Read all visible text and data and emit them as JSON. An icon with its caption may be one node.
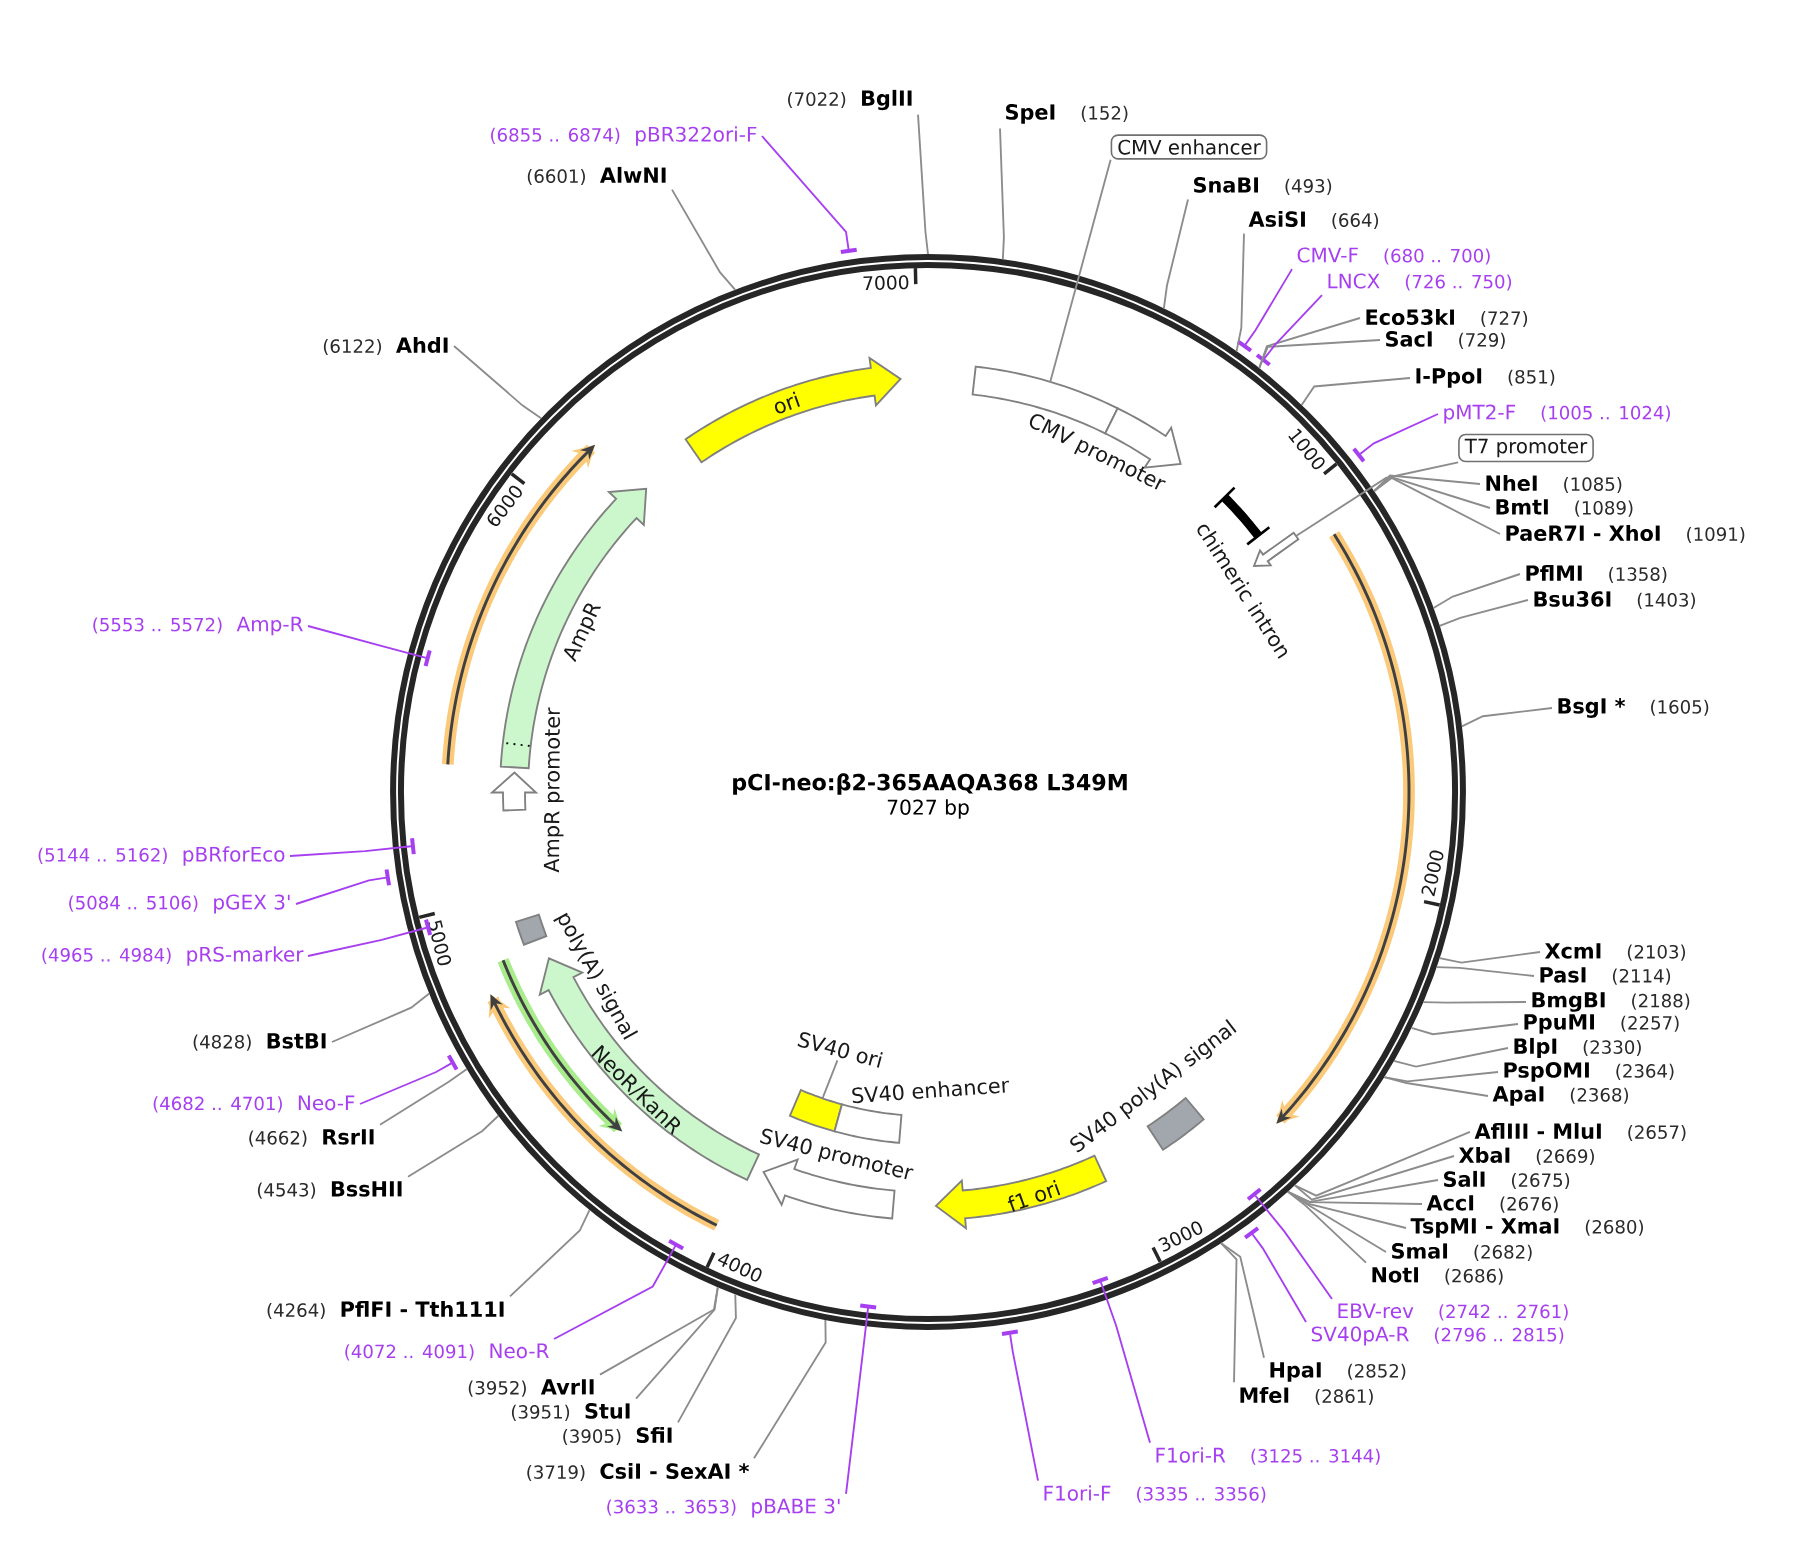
{
  "diagram": {
    "title": "pCI-neo:β2-365AAQA368 L349M",
    "nodes": [
      {
        "text": [
          "(7022)",
          "BglII"
        ]
      },
      {
        "text": [
          "SpeI",
          "(152)"
        ]
      },
      {
        "text": [
          "(6855 .. 6874)",
          "pBR322ori-F"
        ]
      },
      {
        "text": [
          "CMV enhancer"
        ]
      },
      {
        "text": [
          "(6601)",
          "AlwNI"
        ]
      },
      {
        "text": [
          "SnaBI",
          "(493)"
        ]
      },
      {
        "text": [
          "AsiSI",
          "(664)"
        ]
      },
      {
        "text": [
          "CMV-F",
          "(680 .. 700)"
        ]
      },
      {
        "text": [
          "LNCX",
          "(726 .. 750)"
        ]
      },
      {
        "text": [
          "Eco53kI",
          "(727)"
        ]
      },
      {
        "text": [
          "SacI",
          "(729)"
        ]
      },
      {
        "text": [
          "(6122)",
          "AhdI"
        ]
      },
      {
        "text": [
          "I-PpoI",
          "(851)"
        ]
      },
      {
        "text": [
          "pMT2-F",
          "(1005 .. 1024)"
        ]
      },
      {
        "text": [
          "T7 promoter"
        ]
      },
      {
        "text": [
          "NheI",
          "(1085)"
        ]
      },
      {
        "text": [
          "BmtI",
          "(1089)"
        ]
      },
      {
        "text": [
          "PaeR7I - XhoI",
          "(1091)"
        ]
      },
      {
        "text": [
          "PflMI",
          "(1358)"
        ]
      },
      {
        "text": [
          "Bsu36I",
          "(1403)"
        ]
      },
      {
        "text": [
          "(5553 .. 5572)",
          "Amp-R"
        ]
      },
      {
        "text": [
          "BsgI *",
          "(1605)"
        ]
      },
      {
        "text": [
          "(5144 .. 5162)",
          "pBRforEco"
        ]
      },
      {
        "text": [
          "(5084 .. 5106)",
          "pGEX 3'"
        ]
      },
      {
        "text": [
          "XcmI",
          "(2103)"
        ]
      },
      {
        "text": [
          "(4965 .. 4984)",
          "pRS-marker"
        ]
      },
      {
        "text": [
          "PasI",
          "(2114)"
        ]
      },
      {
        "text": [
          "BmgBI",
          "(2188)"
        ]
      },
      {
        "text": [
          "PpuMI",
          "(2257)"
        ]
      },
      {
        "text": [
          "(4828)",
          "BstBI"
        ]
      },
      {
        "text": [
          "BlpI",
          "(2330)"
        ]
      },
      {
        "text": [
          "PspOMI",
          "(2364)"
        ]
      },
      {
        "text": [
          "ApaI",
          "(2368)"
        ]
      },
      {
        "text": [
          "(4682 .. 4701)",
          "Neo-F"
        ]
      },
      {
        "text": [
          "AflIII - MluI",
          "(2657)"
        ]
      },
      {
        "text": [
          "(4662)",
          "RsrII"
        ]
      },
      {
        "text": [
          "XbaI",
          "(2669)"
        ]
      },
      {
        "text": [
          "SalI",
          "(2675)"
        ]
      },
      {
        "text": [
          "(4543)",
          "BssHII"
        ]
      },
      {
        "text": [
          "AccI",
          "(2676)"
        ]
      },
      {
        "text": [
          "TspMI - XmaI",
          "(2680)"
        ]
      },
      {
        "text": [
          "SmaI",
          "(2682)"
        ]
      },
      {
        "text": [
          "NotI",
          "(2686)"
        ]
      },
      {
        "text": [
          "(4264)",
          "PflFI - Tth111I"
        ]
      },
      {
        "text": [
          "EBV-rev",
          "(2742 .. 2761)"
        ]
      },
      {
        "text": [
          "SV40pA-R",
          "(2796 .. 2815)"
        ]
      },
      {
        "text": [
          "(4072 .. 4091)",
          "Neo-R"
        ]
      },
      {
        "text": [
          "HpaI",
          "(2852)"
        ]
      },
      {
        "text": [
          "(3952)",
          "AvrII"
        ]
      },
      {
        "text": [
          "MfeI",
          "(2861)"
        ]
      },
      {
        "text": [
          "(3951)",
          "StuI"
        ]
      },
      {
        "text": [
          "(3905)",
          "SfiI"
        ]
      },
      {
        "text": [
          "F1ori-R",
          "(3125 .. 3144)"
        ]
      },
      {
        "text": [
          "(3719)",
          "CsiI - SexAI *"
        ]
      },
      {
        "text": [
          "F1ori-F",
          "(3335 .. 3356)"
        ]
      },
      {
        "text": [
          "(3633 .. 3653)",
          "pBABE 3'"
        ]
      },
      {
        "text": [],
        "shape": "circle"
      },
      {
        "text": [
          "ori"
        ],
        "in": 56
      },
      {
        "text": [],
        "shape": "box",
        "in": 56
      },
      {
        "text": [
          "CMV promoter"
        ],
        "in": 56
      },
      {
        "text": [
          "chimeric intron"
        ],
        "in": 56
      },
      {
        "text": [],
        "shape": "arrow",
        "in": 56
      },
      {
        "text": [
          "AmpR"
        ],
        "in": 56
      },
      {
        "text": [
          "AmpR promoter"
        ],
        "in": 56
      },
      {
        "text": [
          "poly(A) signal"
        ],
        "in": 56
      },
      {
        "text": [
          "NeoR/KanR"
        ],
        "in": 56
      },
      {
        "text": [
          "SV40 ori"
        ],
        "in": 56
      },
      {
        "text": [],
        "shape": "box",
        "in": 56
      },
      {
        "text": [
          "SV40 enhancer"
        ],
        "in": 56
      },
      {
        "text": [
          "SV40 promoter"
        ],
        "in": 56
      },
      {
        "text": [
          "f1 ori"
        ],
        "in": 56
      },
      {
        "text": [
          "SV40 poly(A) signal"
        ],
        "in": 56
      },
      {
        "text": [],
        "shape": "bar"
      },
      {
        "text": [],
        "shape": "bar"
      },
      {
        "text": [],
        "shape": "bar"
      },
      {
        "text": [],
        "shape": "bar"
      },
      {
        "text": [],
        "shape": "bar",
        "in": 56
      },
      {
        "text": [],
        "shape": "bar",
        "in": 56
      },
      {
        "text": [],
        "shape": "bar"
      },
      {
        "text": [],
        "shape": "bar",
        "in": 56
      },
      {
        "text": [],
        "shape": "bar"
      },
      {
        "text": [],
        "shape": "bar",
        "in": 56
      },
      {
        "text": [],
        "shape": "bar"
      },
      {
        "text": [],
        "shape": "bar",
        "in": 56
      },
      {
        "text": [],
        "shape": "bar",
        "in": 56
      },
      {
        "text": [],
        "shape": "bar"
      },
      {
        "text": [],
        "shape": "bar",
        "in": 56
      }
    ],
    "edges": [
      {
        "from": 0,
        "to": 56,
        "arrow": "none"
      },
      {
        "from": 1,
        "to": 56,
        "arrow": "none"
      },
      {
        "from": 4,
        "to": 56,
        "arrow": "none"
      },
      {
        "from": 5,
        "to": 56,
        "arrow": "none"
      },
      {
        "from": 6,
        "to": 56,
        "arrow": "none"
      },
      {
        "from": 9,
        "to": 56,
        "arrow": "none"
      },
      {
        "from": 10,
        "to": 56,
        "arrow": "none"
      },
      {
        "from": 11,
        "to": 56,
        "arrow": "none"
      },
      {
        "from": 12,
        "to": 56,
        "arrow": "none"
      },
      {
        "from": 15,
        "to": 56,
        "arrow": "none"
      },
      {
        "from": 16,
        "to": 56,
        "arrow": "none"
      },
      {
        "from": 17,
        "to": 56,
        "arrow": "none"
      },
      {
        "from": 18,
        "to": 56,
        "arrow": "none"
      },
      {
        "from": 19,
        "to": 56,
        "arrow": "none"
      },
      {
        "from": 21,
        "to": 56,
        "arrow": "none"
      },
      {
        "from": 24,
        "to": 56,
        "arrow": "none"
      },
      {
        "from": 26,
        "to": 56,
        "arrow": "none"
      },
      {
        "from": 27,
        "to": 56,
        "arrow": "none"
      },
      {
        "from": 28,
        "to": 56,
        "arrow": "none"
      },
      {
        "from": 29,
        "to": 56,
        "arrow": "none"
      },
      {
        "from": 30,
        "to": 56,
        "arrow": "none"
      },
      {
        "from": 31,
        "to": 56,
        "arrow": "none"
      },
      {
        "from": 32,
        "to": 56,
        "arrow": "none"
      },
      {
        "from": 34,
        "to": 56,
        "arrow": "none"
      },
      {
        "from": 35,
        "to": 56,
        "arrow": "none"
      },
      {
        "from": 36,
        "to": 56,
        "arrow": "none"
      },
      {
        "from": 37,
        "to": 56,
        "arrow": "none"
      },
      {
        "from": 38,
        "to": 56,
        "arrow": "none"
      },
      {
        "from": 39,
        "to": 56,
        "arrow": "none"
      },
      {
        "from": 40,
        "to": 56,
        "arrow": "none"
      },
      {
        "from": 41,
        "to": 56,
        "arrow": "none"
      },
      {
        "from": 42,
        "to": 56,
        "arrow": "none"
      },
      {
        "from": 43,
        "to": 56,
        "arrow": "none"
      },
      {
        "from": 47,
        "to": 56,
        "arrow": "none"
      },
      {
        "from": 48,
        "to": 56,
        "arrow": "none"
      },
      {
        "from": 49,
        "to": 56,
        "arrow": "none"
      },
      {
        "from": 50,
        "to": 56,
        "arrow": "none"
      },
      {
        "from": 51,
        "to": 56,
        "arrow": "none"
      },
      {
        "from": 53,
        "to": 56,
        "arrow": "none"
      },
      {
        "from": 2,
        "to": 72,
        "arrow": "none",
        "color": "#a63ff0"
      },
      {
        "from": 7,
        "to": 73,
        "arrow": "none",
        "color": "#a63ff0"
      },
      {
        "from": 8,
        "to": 74,
        "arrow": "none",
        "color": "#a63ff0"
      },
      {
        "from": 13,
        "to": 75,
        "arrow": "none",
        "color": "#a63ff0"
      },
      {
        "from": 20,
        "to": 76,
        "arrow": "none",
        "color": "#a63ff0"
      },
      {
        "from": 22,
        "to": 77,
        "arrow": "none",
        "color": "#a63ff0"
      },
      {
        "from": 23,
        "to": 78,
        "arrow": "none",
        "color": "#a63ff0"
      },
      {
        "from": 25,
        "to": 79,
        "arrow": "none",
        "color": "#a63ff0"
      },
      {
        "from": 33,
        "to": 80,
        "arrow": "none",
        "color": "#a63ff0"
      },
      {
        "from": 44,
        "to": 81,
        "arrow": "none",
        "color": "#a63ff0"
      },
      {
        "from": 45,
        "to": 82,
        "arrow": "none",
        "color": "#a63ff0"
      },
      {
        "from": 46,
        "to": 83,
        "arrow": "none",
        "color": "#a63ff0"
      },
      {
        "from": 52,
        "to": 84,
        "arrow": "none",
        "color": "#a63ff0"
      },
      {
        "from": 54,
        "to": 85,
        "arrow": "none",
        "color": "#a63ff0"
      },
      {
        "from": 55,
        "to": 86,
        "arrow": "none",
        "color": "#a63ff0"
      },
      {
        "from": 3,
        "to": 58,
        "arrow": "none"
      },
      {
        "from": 14,
        "to": 61,
        "arrow": "none"
      },
      {
        "from": 66,
        "to": 67,
        "arrow": "none"
      }
    ],
    "labels": [
      "7027 bp",
      "1000",
      "2000",
      "3000",
      "4000",
      "5000",
      "6000",
      "7000"
    ]
  }
}
